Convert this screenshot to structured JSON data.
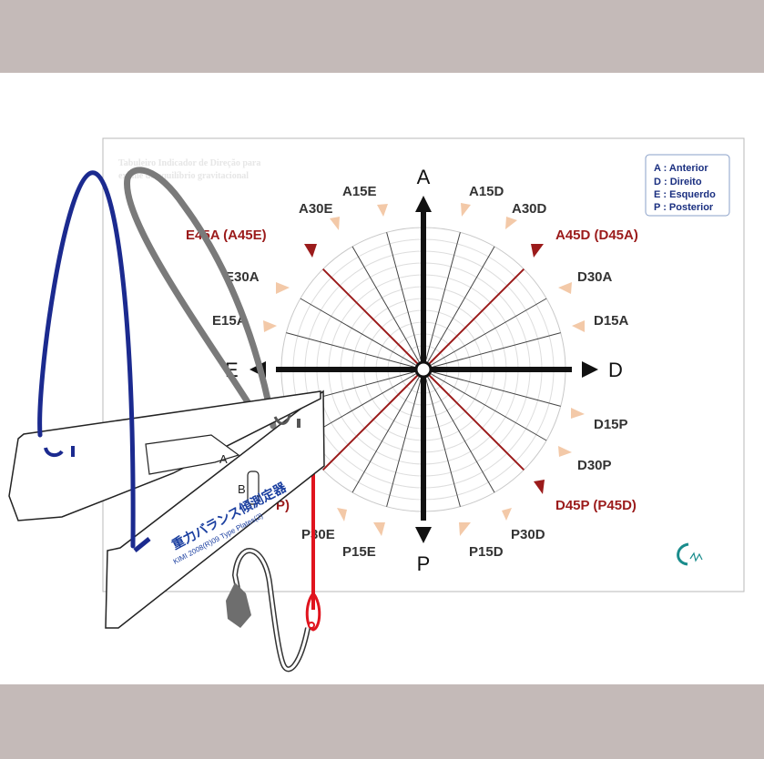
{
  "faint_title": [
    "Tabuleiro Indicador de Direção para",
    "exame do equilíbrio gravitacional"
  ],
  "legend": [
    "A : Anterior",
    "D : Direito",
    "E : Esquerdo",
    "P : Posterior"
  ],
  "axes": {
    "top": "A",
    "right": "D",
    "bottom": "P",
    "left": "E"
  },
  "labels": {
    "a15e": "A15E",
    "a15d": "A15D",
    "a30e": "A30E",
    "a30d": "A30D",
    "e45a": "E45A (A45E)",
    "a45d": "A45D (D45A)",
    "e30a": "E30A",
    "d30a": "D30A",
    "e15a": "E15A",
    "d15a": "D15A",
    "d15p": "D15P",
    "d30p": "D30P",
    "d45p": "D45P (P45D)",
    "p30e": "P30E",
    "p30d": "P30D",
    "p15e": "P15E",
    "p15d": "P15D",
    "e45p_partial": "P)"
  },
  "device": {
    "label": "重力バランス傾測定器",
    "sublabel": "KIMI 2008(R)09 Type Plates(2)",
    "slot_a": "A",
    "slot_b": "B"
  },
  "colors": {
    "dark_red": "#9b1b1b",
    "navy": "#1b2a8f",
    "gray_wire": "#7a7a7a",
    "red_string": "#e0141e",
    "marker_peach": "#f3c9a8",
    "background_band": "#c4bab8"
  },
  "icons": [
    "logo-icon",
    "plumb-bob-icon",
    "arrow-up-icon",
    "arrow-right-icon",
    "arrow-down-icon",
    "arrow-left-icon"
  ]
}
